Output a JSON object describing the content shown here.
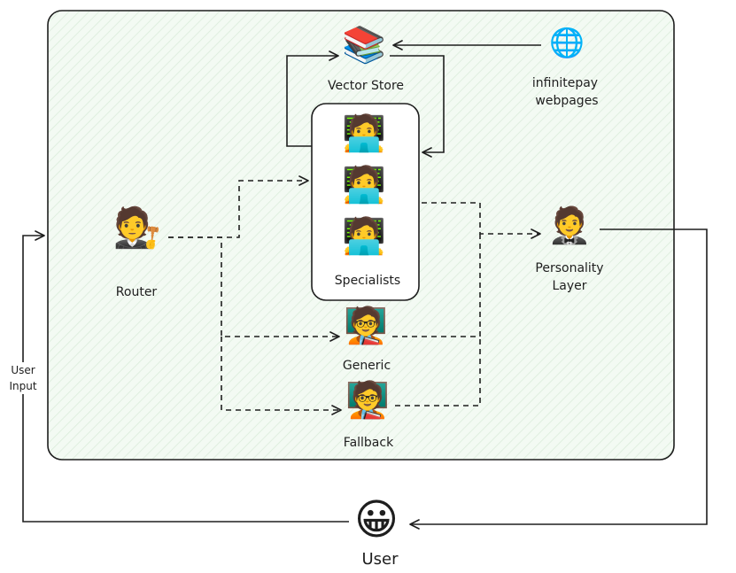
{
  "nodes": {
    "vector_store": {
      "label": "Vector Store",
      "icon": "books-icon"
    },
    "web": {
      "label_line1": "infinitepay",
      "label_line2": "webpages",
      "icon": "globe-icon"
    },
    "router": {
      "label": "Router",
      "icon": "judge-icon"
    },
    "specialists": {
      "label": "Specialists",
      "icon": "technologist-icon"
    },
    "personality": {
      "label_line1": "Personality",
      "label_line2": "Layer",
      "icon": "person-bowtie-icon"
    },
    "generic": {
      "label": "Generic",
      "icon": "teacher-icon"
    },
    "fallback": {
      "label": "Fallback",
      "icon": "teacher-icon"
    },
    "user": {
      "label": "User",
      "icon": "smiley-icon"
    }
  },
  "edges": {
    "user_input": {
      "label_line1": "User",
      "label_line2": "Input"
    }
  },
  "colors": {
    "container_fill": "#f3faf3",
    "stroke": "#1e1e1e",
    "background": "#ffffff"
  }
}
